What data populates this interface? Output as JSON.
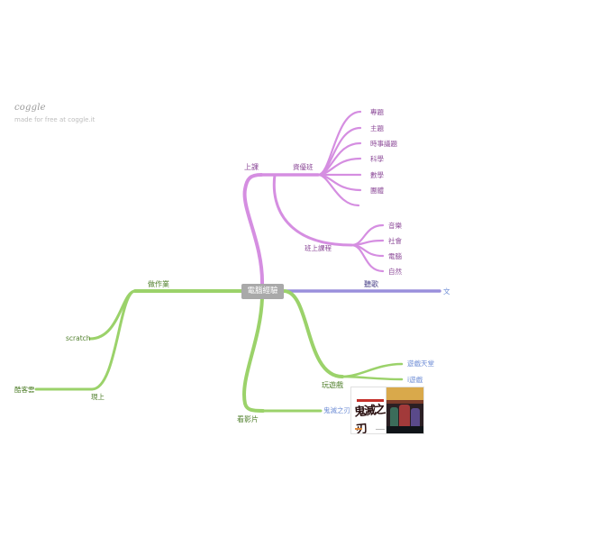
{
  "brand": {
    "logo": "coggle",
    "tagline": "made for free at coggle.it"
  },
  "center": {
    "label": "電腦經驗"
  },
  "branches": {
    "class": {
      "label": "上課",
      "color": "#d58ee1"
    },
    "gifted": {
      "label": "資優班"
    },
    "gifted_items": [
      "專題",
      "主題",
      "時事議題",
      "科學",
      "數學",
      "團體"
    ],
    "regular": {
      "label": "班上課程"
    },
    "regular_items": [
      "音樂",
      "社會",
      "電腦",
      "自然"
    ],
    "music": {
      "label": "聽歌",
      "color": "#9a8fdc",
      "child": "文"
    },
    "homework": {
      "label": "做作業",
      "color": "#9bd26a"
    },
    "scratch": {
      "label": "scratch"
    },
    "online": {
      "label": "現上"
    },
    "cloud": {
      "label": "酷客雲"
    },
    "games": {
      "label": "玩遊戲",
      "color": "#9bd26a"
    },
    "game_items": [
      "遊戲天堂",
      "i遊戲"
    ],
    "movies": {
      "label": "看影片",
      "color": "#9bd26a"
    },
    "movie_item": "鬼滅之刃",
    "text_colors": {
      "purple": "#8c4a98",
      "green": "#52802e",
      "blue": "#6f8ed6"
    },
    "poster_text": "鬼滅之刃"
  }
}
